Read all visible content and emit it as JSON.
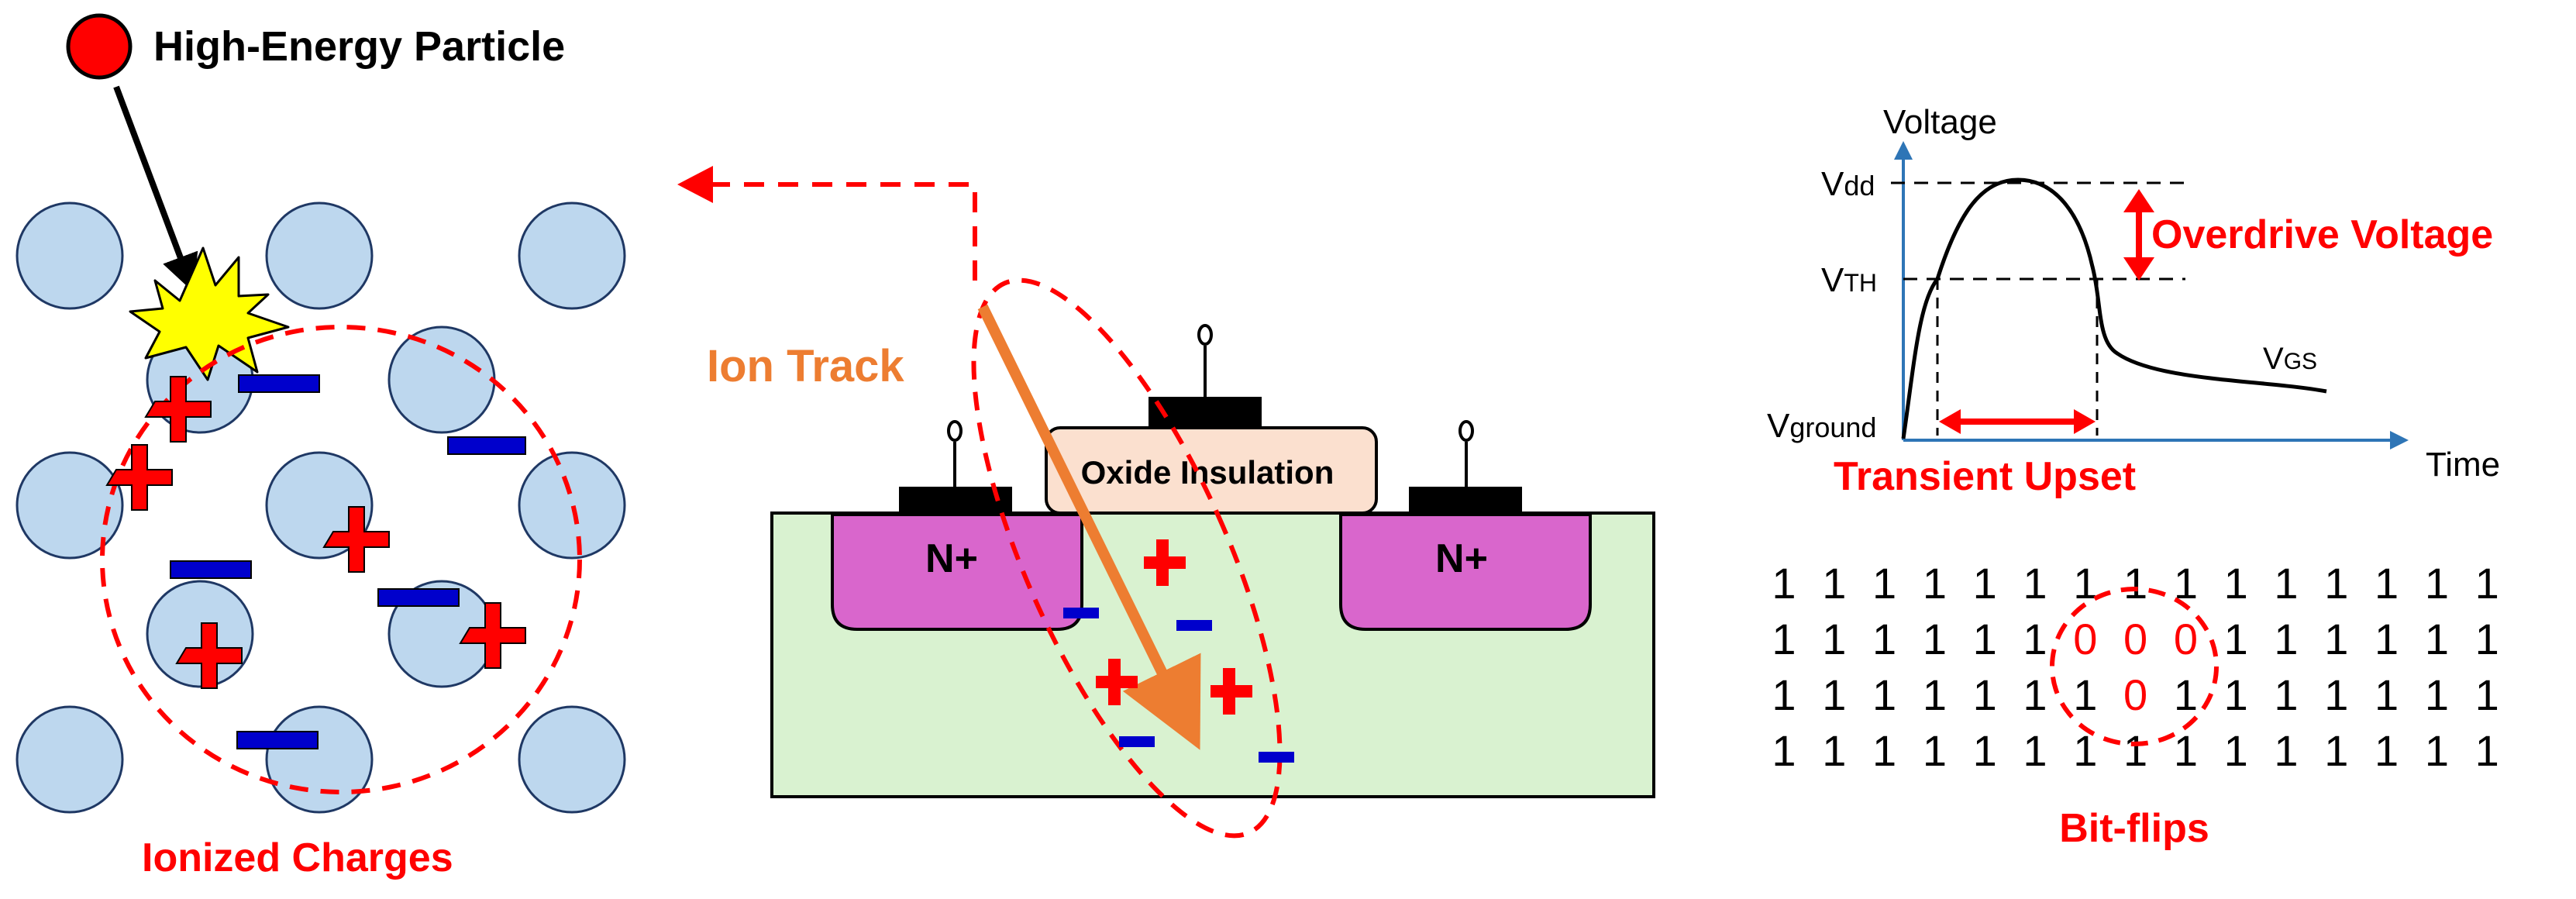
{
  "labels": {
    "particle": "High-Energy Particle",
    "ionized_charges": "Ionized Charges",
    "ion_track": "Ion Track",
    "oxide": "Oxide Insulation",
    "n_plus_left": "N+",
    "n_plus_right": "N+",
    "transient_upset": "Transient Upset",
    "bit_flips": "Bit-flips"
  },
  "graph": {
    "y_axis": "Voltage",
    "x_axis": "Time",
    "vdd": {
      "base": "V",
      "sub": "dd"
    },
    "vth": {
      "base": "V",
      "sub": "TH"
    },
    "vground": {
      "base": "V",
      "sub": "ground"
    },
    "vgs": {
      "base": "V",
      "sub": "GS"
    },
    "overdrive": "Overdrive Voltage"
  },
  "bits": [
    [
      "1",
      "1",
      "1",
      "1",
      "1",
      "1",
      "1",
      "1",
      "1",
      "1",
      "1",
      "1",
      "1",
      "1",
      "1"
    ],
    [
      "1",
      "1",
      "1",
      "1",
      "1",
      "1",
      "0",
      "0",
      "0",
      "1",
      "1",
      "1",
      "1",
      "1",
      "1"
    ],
    [
      "1",
      "1",
      "1",
      "1",
      "1",
      "1",
      "1",
      "0",
      "1",
      "1",
      "1",
      "1",
      "1",
      "1",
      "1"
    ],
    [
      "1",
      "1",
      "1",
      "1",
      "1",
      "1",
      "1",
      "1",
      "1",
      "1",
      "1",
      "1",
      "1",
      "1",
      "1"
    ]
  ],
  "colors": {
    "accent_red": "#FF0000",
    "ion_track": "#ED7D31",
    "atom_fill": "#BDD7EE",
    "substrate": "#D9F2D0",
    "n_plus": "#D966CC",
    "oxide": "#FBE0CF",
    "negative_charge": "#0000CC",
    "axis": "#2E75B6"
  }
}
